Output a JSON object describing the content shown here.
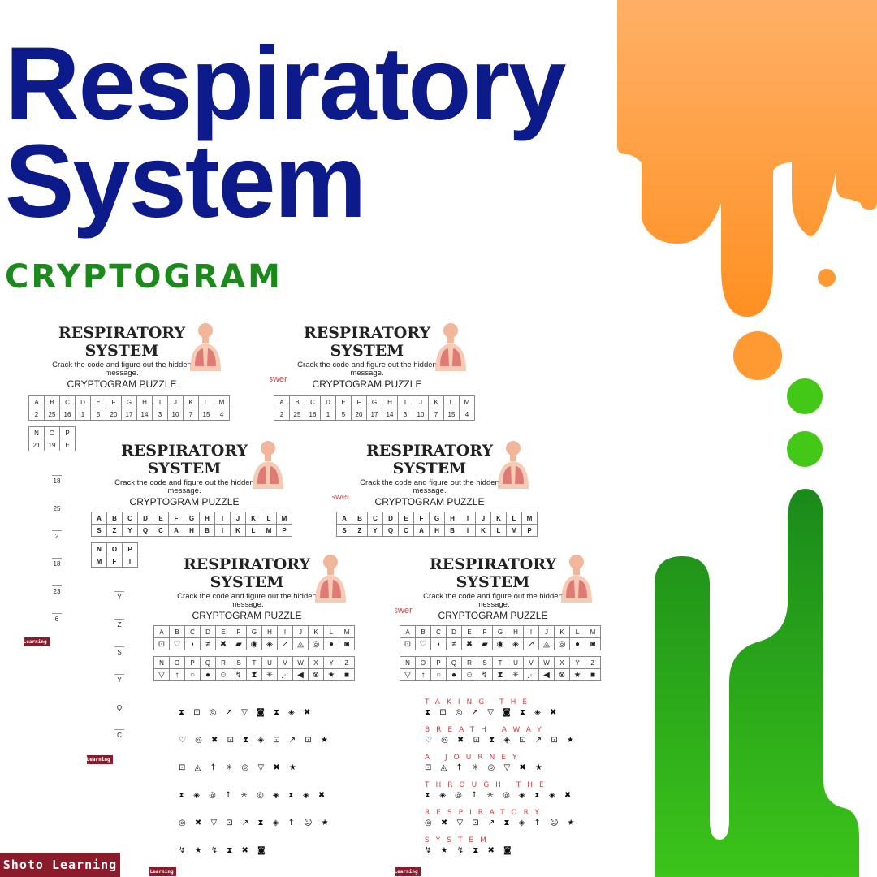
{
  "header": {
    "title_line1": "Respiratory",
    "title_line2": "System",
    "subtitle": "CRYPTOGRAM"
  },
  "worksheet": {
    "title": "RESPIRATORY SYSTEM",
    "instruction": "Crack the code and figure out the hidden message.",
    "puzzle_label": "CRYPTOGRAM PUZZLE",
    "answer_label": "Answer",
    "brand": "Shoto Learning",
    "alphabet_first": [
      "A",
      "B",
      "C",
      "D",
      "E",
      "F",
      "G",
      "H",
      "I",
      "J",
      "K",
      "L",
      "M"
    ],
    "alphabet_second": [
      "N",
      "O",
      "P",
      "Q",
      "R",
      "S",
      "T",
      "U",
      "V",
      "W",
      "X",
      "Y",
      "Z"
    ],
    "number_code_first": [
      "2",
      "25",
      "16",
      "1",
      "5",
      "20",
      "17",
      "14",
      "3",
      "10",
      "7",
      "15",
      "4"
    ],
    "number_code_second": [
      "21",
      "19",
      "E"
    ],
    "letter_code_first": [
      "S",
      "Z",
      "Y",
      "Q",
      "C",
      "A",
      "H",
      "B",
      "I",
      "K",
      "L",
      "M",
      "P"
    ],
    "letter_code_second": [
      "M",
      "F",
      "I"
    ],
    "symbol_code_first": [
      "⊡",
      "♡",
      "◗",
      "≠",
      "✖",
      "▰",
      "◉",
      "◈",
      "↗",
      "◬",
      "◎",
      "●",
      "◙"
    ],
    "symbol_code_second": [
      "▽",
      "↑",
      "○",
      "●",
      "☺",
      "↯",
      "⧗",
      "✳",
      "⋰",
      "◀",
      "⊗",
      "★",
      "■"
    ],
    "number_rows": [
      "18",
      "25",
      "2",
      "18",
      "23",
      "6"
    ],
    "letter_rows": [
      "Y",
      "Z",
      "S",
      "Y",
      "Q",
      "C"
    ],
    "symbol_rows": [
      "⧗ ⊡ ◎ ↗ ▽ ◙   ⧗ ◈ ✖",
      "♡ ◎ ✖ ⊡ ⧗ ◈   ⊡ ↗ ⊡ ★",
      "⊡   ◬ ↑ ✳ ◎ ▽ ✖ ★",
      "⧗ ◈ ◎ ↑ ✳ ◎ ◈   ⧗ ◈ ✖",
      "◎ ✖ ▽ ⊡ ↗ ⧗ ◈ ↑ ☺ ★",
      "↯ ★ ↯ ⧗ ✖ ◙"
    ],
    "answer_rows": [
      "TAKING THE",
      "BREATH AWAY",
      "A JOURNEY",
      "THROUGH THE",
      "RESPIRATORY",
      "SYSTEM"
    ]
  },
  "colors": {
    "title": "#0c1a8a",
    "subtitle": "#1a8a1a",
    "orange": "#ff9a33",
    "green": "#2ea81a",
    "brand_bg": "#8b1a2b",
    "answer_red": "#d24040"
  }
}
